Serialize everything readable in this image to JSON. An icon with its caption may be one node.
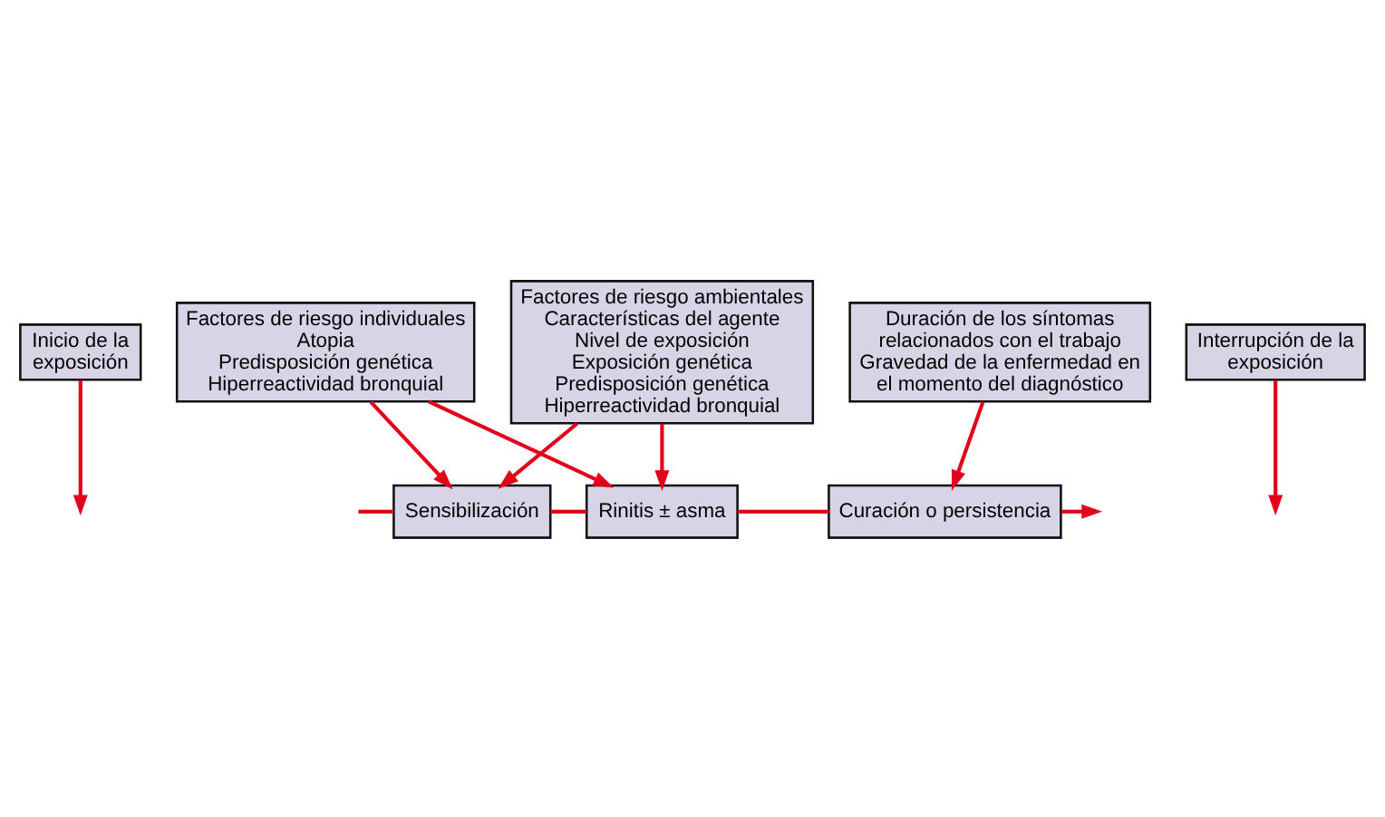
{
  "diagram": {
    "nodes": [
      {
        "text": [
          "Inicio de la exposición"
        ]
      },
      {
        "text": [
          "Factores de riesgo ambientales",
          "Características del agente",
          "Nivel de exposición",
          "Exposición genética",
          "Predisposición genética",
          "Hiperreactividad bronquial"
        ]
      },
      {
        "text": [
          "Interrupción de la exposición"
        ]
      },
      {
        "text": [
          "Sensibilización"
        ]
      },
      {
        "text": [
          "Rinitis ± asma"
        ]
      },
      {
        "text": [
          "Curación o persistencia"
        ]
      },
      {
        "text": [
          "Factores de riesgo individuales",
          "Atopia",
          "Predisposición genética",
          "Hiperreactividad bronquial"
        ]
      },
      {
        "text": [
          "Duración de los síntomas relacionados con el trabajo",
          "Gravedad de la enfermedad en el momento del diagnóstico"
        ]
      }
    ],
    "edges": [
      {
        "from": null,
        "to": 3,
        "arrow": "none"
      },
      {
        "from": 0,
        "to": null,
        "arrow": "to"
      },
      {
        "from": 1,
        "to": 3,
        "arrow": "to"
      },
      {
        "from": 1,
        "to": 4,
        "arrow": "to"
      },
      {
        "from": 3,
        "to": 4,
        "arrow": "none"
      },
      {
        "from": 2,
        "to": null,
        "arrow": "to"
      },
      {
        "from": 4,
        "to": 5,
        "arrow": "none"
      },
      {
        "from": 5,
        "to": null,
        "arrow": "to"
      },
      {
        "from": 6,
        "to": 3,
        "arrow": "to"
      },
      {
        "from": 6,
        "to": 4,
        "arrow": "to"
      },
      {
        "from": 7,
        "to": 5,
        "arrow": "to"
      }
    ]
  }
}
